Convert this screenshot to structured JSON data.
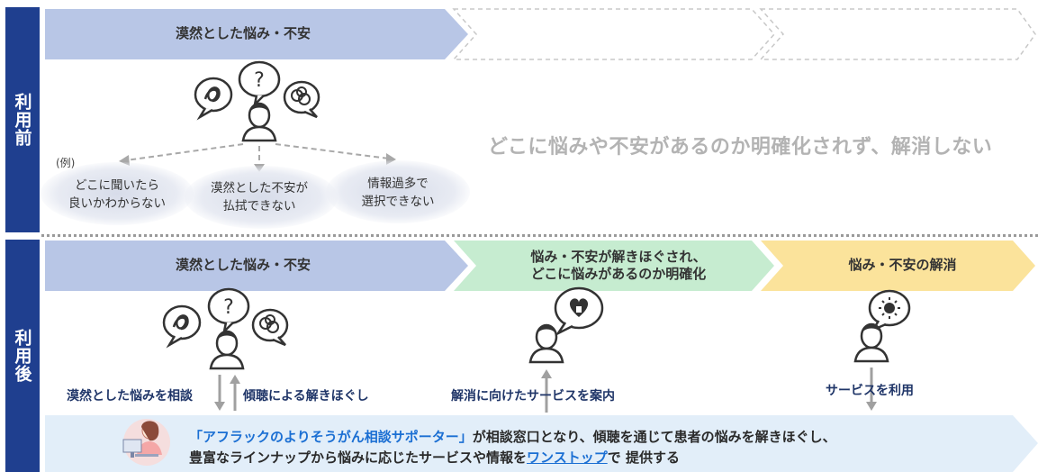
{
  "side_labels": {
    "before": "利用前",
    "after": "利用後"
  },
  "before": {
    "stage_title": "漠然とした悩み・不安",
    "example_label": "(例)",
    "bubbles": [
      {
        "line1": "どこに聞いたら",
        "line2": "良いかわからない"
      },
      {
        "line1": "漠然とした不安が",
        "line2": "払拭できない"
      },
      {
        "line1": "情報過多で",
        "line2": "選択できない"
      }
    ],
    "message": "どこに悩みや不安があるのか明確化されず、解消しない"
  },
  "after": {
    "stages": [
      {
        "line1": "漠然とした悩み・不安",
        "line2": ""
      },
      {
        "line1": "悩み・不安が解きほぐされ、",
        "line2": "どこに悩みがあるのか明確化"
      },
      {
        "line1": "悩み・不安の解消",
        "line2": ""
      }
    ],
    "labels": {
      "consult": "漠然とした悩みを相談",
      "listening": "傾聴による解きほぐし",
      "guide": "解消に向けたサービスを案内",
      "use": "サービスを利用"
    },
    "banner": {
      "highlight1": "「アフラックのよりそうがん相談サポーター」",
      "text1": "が相談窓口となり、傾聴を通じて患者の悩みを解きほぐし、",
      "text2a": "豊富なラインナップから悩みに応じたサービスや情報を",
      "highlight2": "ワンストップ",
      "text2b": "で 提供する"
    }
  },
  "colors": {
    "navy": "#1f3f8f",
    "stage_blue": "#b8c6e6",
    "stage_green": "#c6ecd0",
    "stage_yellow": "#fbe39b",
    "highlight_blue": "#1b6fd3"
  },
  "icons": [
    "person-icon",
    "question-bubble-icon",
    "tangle-bubble-icon",
    "heart-lock-bubble-icon",
    "sun-bubble-icon",
    "operator-icon"
  ]
}
